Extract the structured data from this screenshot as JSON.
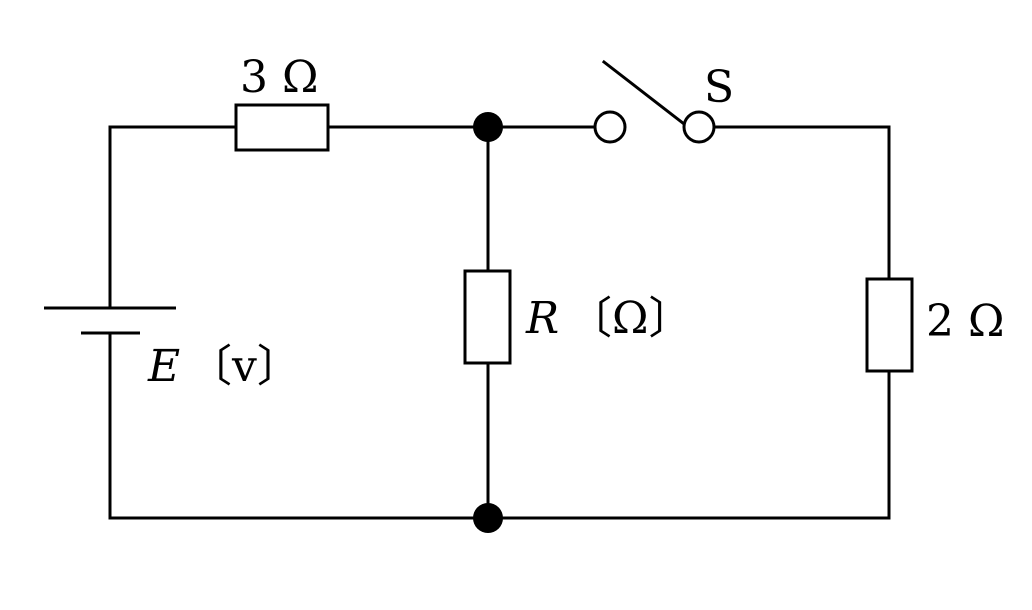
{
  "labels": {
    "r_top": "3 Ω",
    "switch": "S",
    "r_mid_symbol": "R",
    "r_mid_unit": "〔Ω〕",
    "r_right": "2 Ω",
    "emf_symbol": "E",
    "emf_unit": "〔v〕"
  },
  "colors": {
    "line": "#000000",
    "background": "#ffffff"
  }
}
